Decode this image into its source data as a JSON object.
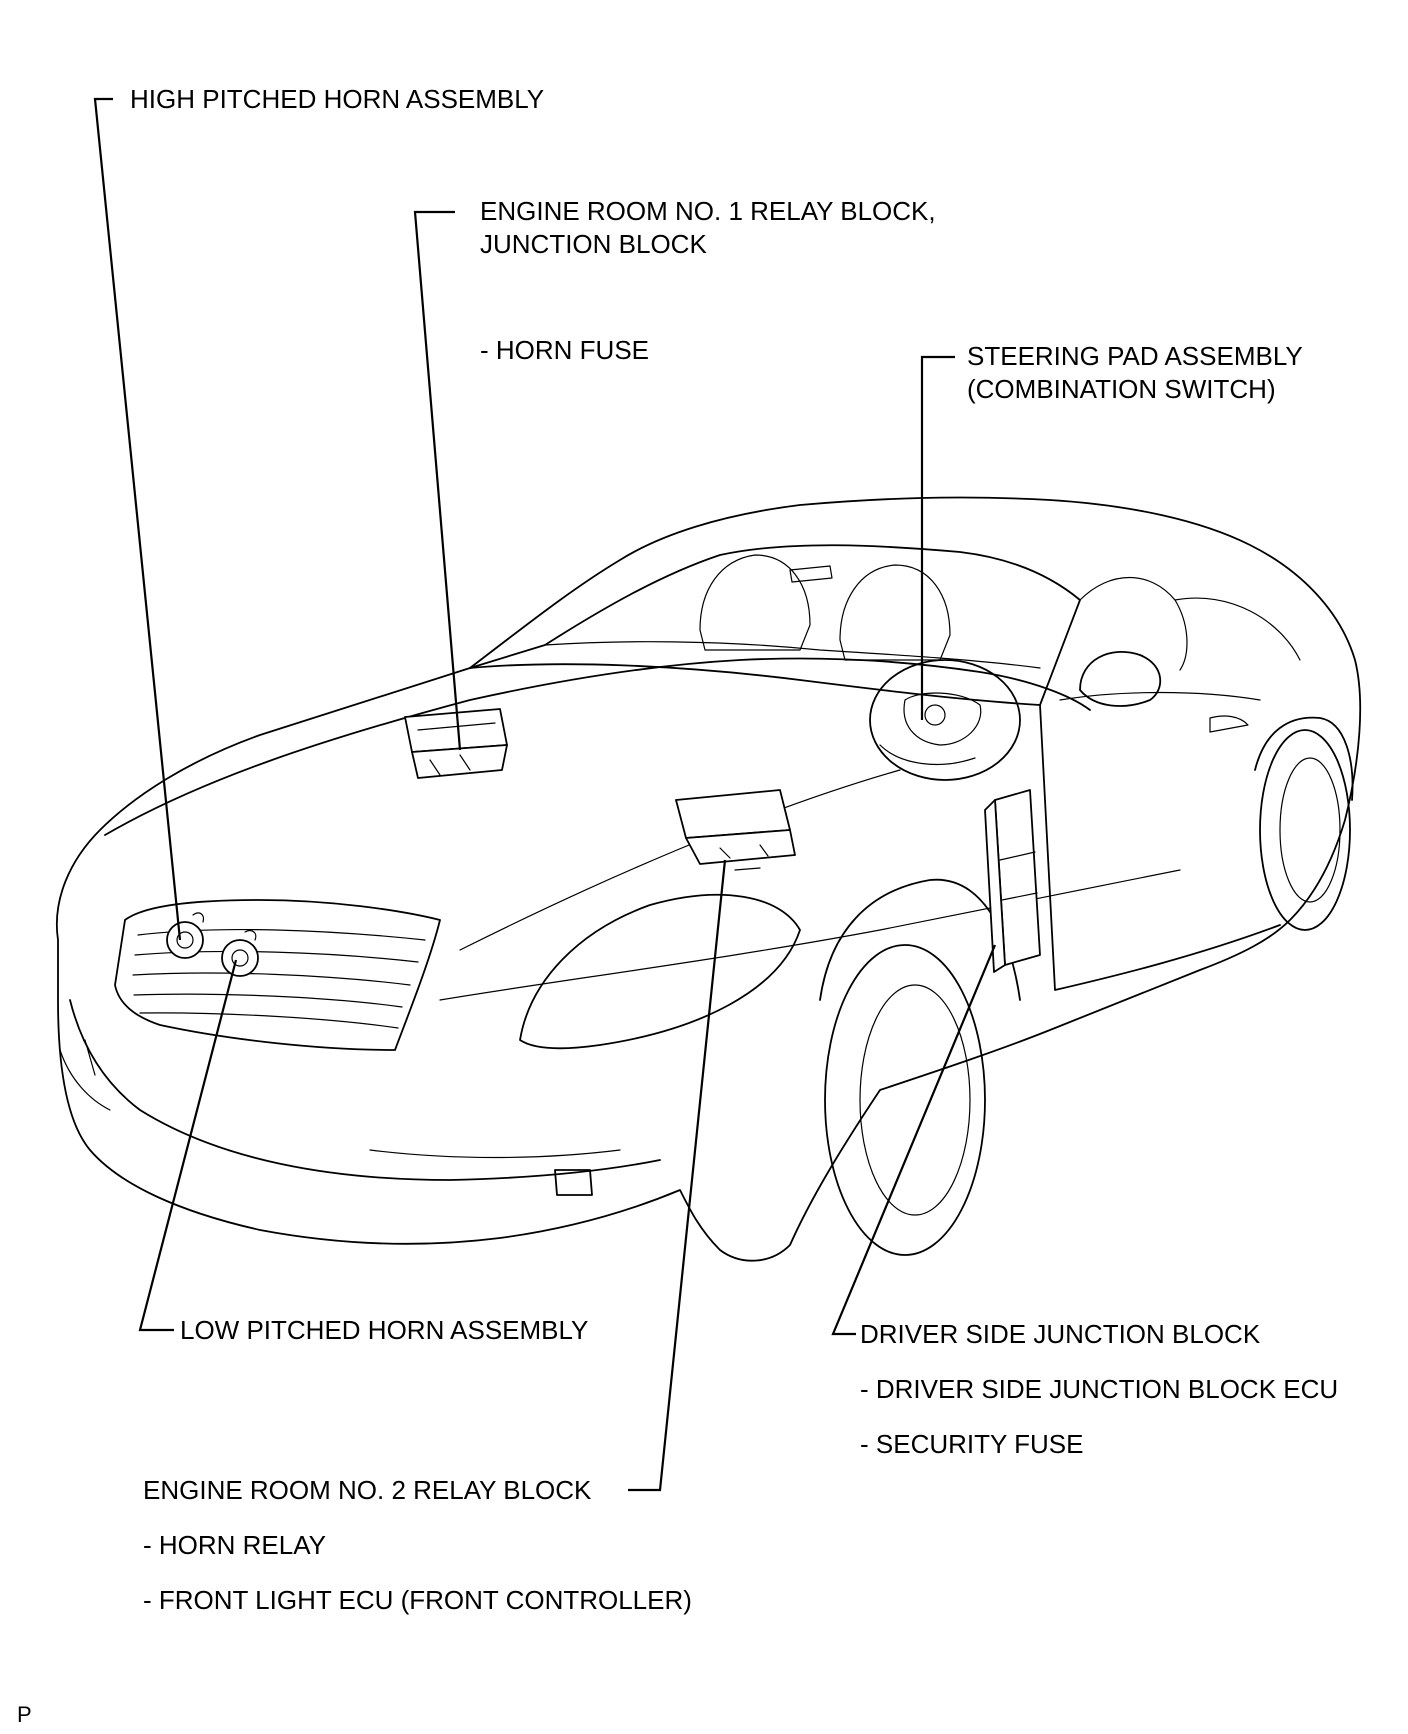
{
  "labels": {
    "high_horn": "HIGH PITCHED HORN  ASSEMBLY",
    "er1_relay_line1": "ENGINE ROOM NO. 1 RELAY BLOCK,",
    "er1_relay_line2": "JUNCTION BLOCK",
    "horn_fuse": "- HORN FUSE",
    "steering_pad_line1": "STEERING PAD ASSEMBLY",
    "steering_pad_line2": "(COMBINATION SWITCH)",
    "low_horn": "LOW PITCHED HORN ASSEMBLY",
    "driver_jb": "DRIVER SIDE JUNCTION BLOCK",
    "driver_jb_ecu": "- DRIVER SIDE JUNCTION BLOCK ECU",
    "security_fuse": "- SECURITY FUSE",
    "er2_relay": "ENGINE ROOM NO. 2 RELAY BLOCK",
    "horn_relay": "- HORN RELAY",
    "front_light_ecu": "- FRONT LIGHT ECU (FRONT CONTROLLER)",
    "corner_mark": "P"
  }
}
